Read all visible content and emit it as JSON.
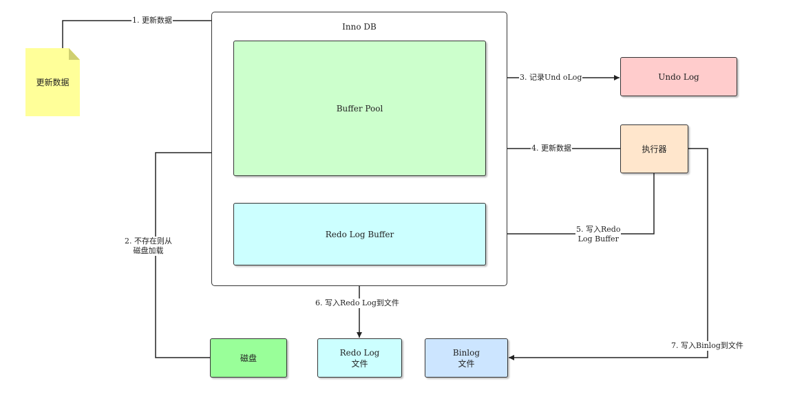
{
  "colors": {
    "buffer_pool": "#ccffcc",
    "redo_log_buffer": "#ccffff",
    "undo_log": "#ffcccc",
    "executor": "#ffe6cc",
    "disk": "#99ff99",
    "redo_log_file": "#ccffff",
    "binlog_file": "#cce5ff",
    "note": "#ffff99"
  },
  "nodes": {
    "note": "更新数据",
    "innodb": "Inno DB",
    "buffer_pool": "Buffer Pool",
    "redo_log_buffer": "Redo Log Buffer",
    "undo_log": "Undo Log",
    "executor": "执行器",
    "disk": "磁盘",
    "redo_log_file_line1": "Redo Log",
    "redo_log_file_line2": "文件",
    "binlog_file_line1": "Binlog",
    "binlog_file_line2": "文件"
  },
  "edges": {
    "e1": "1. 更新数据",
    "e2_line1": "2. 不存在则从",
    "e2_line2": "磁盘加载",
    "e3": "3. 记录Und oLog",
    "e4": "4. 更新数据",
    "e5_line1": "5. 写入Redo",
    "e5_line2": "Log Buffer",
    "e6": "6. 写入Redo Log到文件",
    "e7": "7. 写入Binlog到文件"
  }
}
